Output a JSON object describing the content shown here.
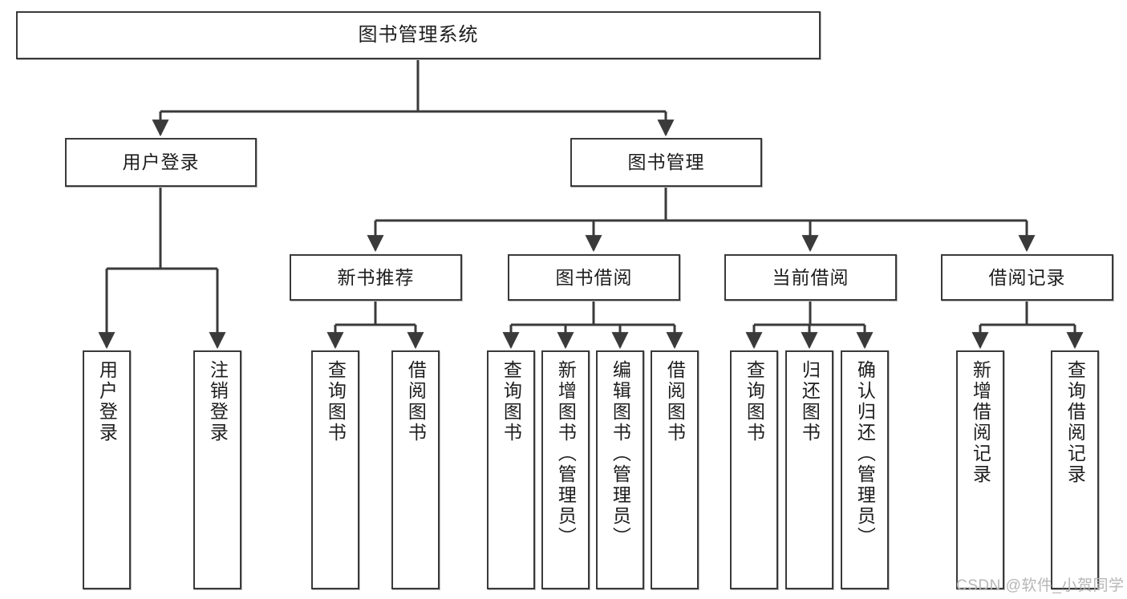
{
  "diagram": {
    "title": "图书管理系统",
    "type": "tree-hierarchy-chart",
    "root": {
      "label": "图书管理系统"
    },
    "level2": [
      {
        "id": "user-login",
        "label": "用户登录"
      },
      {
        "id": "book-manage",
        "label": "图书管理"
      }
    ],
    "level3": [
      {
        "id": "new-book-recommend",
        "label": "新书推荐"
      },
      {
        "id": "book-borrow",
        "label": "图书借阅"
      },
      {
        "id": "current-borrow",
        "label": "当前借阅"
      },
      {
        "id": "borrow-record",
        "label": "借阅记录"
      }
    ],
    "leaves": [
      {
        "id": "leaf-user-login",
        "label": "用户登录",
        "parent": "user-login"
      },
      {
        "id": "leaf-logout",
        "label": "注销登录",
        "parent": "user-login"
      },
      {
        "id": "leaf-query-book-1",
        "label": "查询图书",
        "parent": "new-book-recommend"
      },
      {
        "id": "leaf-borrow-book-1",
        "label": "借阅图书",
        "parent": "new-book-recommend"
      },
      {
        "id": "leaf-query-book-2",
        "label": "查询图书",
        "parent": "book-borrow"
      },
      {
        "id": "leaf-add-book",
        "label": "新增图书（管理员）",
        "parent": "book-borrow"
      },
      {
        "id": "leaf-edit-book",
        "label": "编辑图书（管理员）",
        "parent": "book-borrow"
      },
      {
        "id": "leaf-borrow-book-2",
        "label": "借阅图书",
        "parent": "book-borrow"
      },
      {
        "id": "leaf-query-book-3",
        "label": "查询图书",
        "parent": "current-borrow"
      },
      {
        "id": "leaf-return-book",
        "label": "归还图书",
        "parent": "current-borrow"
      },
      {
        "id": "leaf-confirm-return",
        "label": "确认归还（管理员）",
        "parent": "current-borrow"
      },
      {
        "id": "leaf-add-record",
        "label": "新增借阅记录",
        "parent": "borrow-record"
      },
      {
        "id": "leaf-query-record",
        "label": "查询借阅记录",
        "parent": "borrow-record"
      }
    ],
    "colors": {
      "border": "#3a3a3a",
      "background": "#ffffff",
      "text": "#1d1d1d",
      "connector": "#3a3a3a",
      "watermark": "#b6b6b6"
    }
  },
  "watermark": {
    "text": "CSDN @软件_小贺同学"
  }
}
